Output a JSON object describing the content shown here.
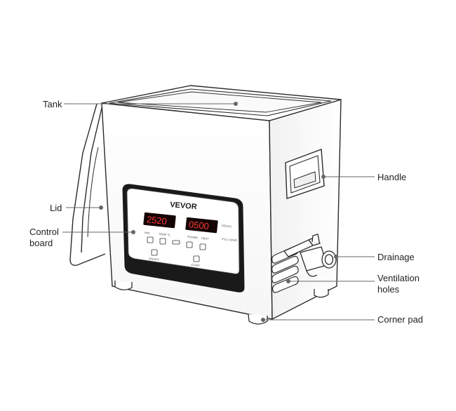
{
  "callouts": {
    "tank": "Tank",
    "lid": "Lid",
    "control_board": "Control board",
    "handle": "Handle",
    "drainage": "Drainage",
    "ventilation_holes": "Ventilation holes",
    "corner_pad": "Corner pad"
  },
  "panel": {
    "brand": "VEVOR",
    "time_display": "2520",
    "power_display": "0500",
    "time_label": "MIN",
    "temp_label": "TEMP ℃",
    "degas_label": "DEGAS",
    "full_wave_label": "FULL WAVE",
    "power_label": "POWER",
    "heat_label": "HEAT",
    "on_off_label": "ON/OFF",
    "start_label": "START"
  },
  "colors": {
    "line": "#2b2b2b",
    "panel_dark": "#1a1a1a",
    "display_bg": "#140404",
    "display_digit": "#ff3a3a",
    "pointer": "#666666"
  }
}
